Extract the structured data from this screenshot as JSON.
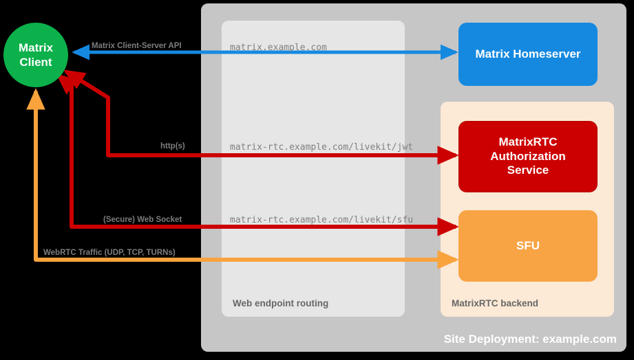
{
  "diagram": {
    "title": "Site Deployment: example.com",
    "background": "#000000"
  },
  "client": {
    "name": "matrix-client",
    "line1": "Matrix",
    "line2": "Client",
    "color": "#0cb14b"
  },
  "containers": {
    "site_deployment": {
      "label": "Site Deployment: example.com",
      "color": "#c6c6c6"
    },
    "web_endpoint_routing": {
      "label": "Web endpoint routing",
      "color": "#e6e6e6"
    },
    "matrixrtc_backend": {
      "label": "MatrixRTC backend",
      "color": "#fce9d6"
    }
  },
  "services": [
    {
      "id": "matrix-homeserver",
      "label": "Matrix Homeserver",
      "color": "#1589e0"
    },
    {
      "id": "matrixrtc-auth-service",
      "label": "MatrixRTC Authorization Service",
      "line1": "MatrixRTC",
      "line2": "Authorization",
      "line3": "Service",
      "color": "#cc0000"
    },
    {
      "id": "sfu",
      "label": "SFU",
      "color": "#f8a445"
    }
  ],
  "endpoints": [
    {
      "id": "endpoint-matrix",
      "url": "matrix.example.com"
    },
    {
      "id": "endpoint-jwt",
      "url": "matrix-rtc.example.com/livekit/jwt"
    },
    {
      "id": "endpoint-sfu",
      "url": "matrix-rtc.example.com/livekit/sfu"
    }
  ],
  "connections": [
    {
      "id": "matrix-client-server-api",
      "label": "Matrix Client-Server API",
      "color": "#1589e0",
      "from": "matrix-homeserver",
      "to": "matrix-client"
    },
    {
      "id": "https",
      "label": "http(s)",
      "color": "#cc0000",
      "from": "matrixrtc-auth-service",
      "to": "matrix-client"
    },
    {
      "id": "secure-web-socket",
      "label": "(Secure) Web Socket",
      "color": "#cc0000",
      "from": "sfu",
      "to": "matrix-client"
    },
    {
      "id": "webrtc-traffic",
      "label": "WebRTC Traffic (UDP, TCP, TURNs)",
      "color": "#f9a33c",
      "from": "sfu",
      "to": "matrix-client"
    }
  ]
}
